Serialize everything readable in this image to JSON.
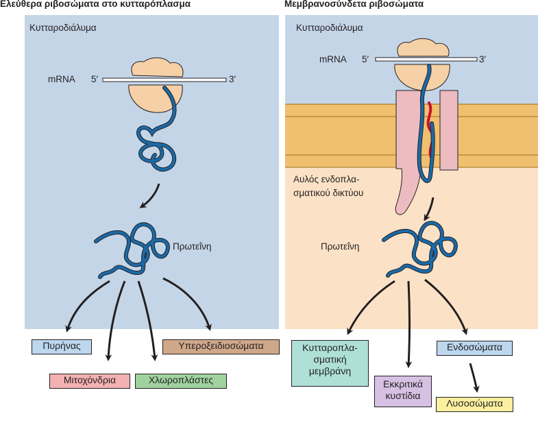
{
  "left_panel": {
    "title": "Ελεύθερα ριβοσώματα στο κυτταρόπλασμα",
    "region_label": "Κυτταροδιάλυμα",
    "mrna_label": "mRNA",
    "five_prime": "5′",
    "three_prime": "3′",
    "protein_label": "Πρωτεΐνη",
    "destinations": [
      "Πυρήνας",
      "Μιτοχόνδρια",
      "Χλωροπλάστες",
      "Υπεροξειδιοσώματα"
    ]
  },
  "right_panel": {
    "title": "Μεμβρανοσύνδετα ριβοσώματα",
    "region_label": "Κυτταροδιάλυμα",
    "mrna_label": "mRNA",
    "five_prime": "5′",
    "three_prime": "3′",
    "er_lumen_label": [
      "Αυλός ενδοπλα-",
      "σματικού δικτύου"
    ],
    "protein_label": "Πρωτεΐνη",
    "destinations": {
      "plasma_membrane": [
        "Κυτταροπλα-",
        "σματική",
        "μεμβράνη"
      ],
      "secretory_vesicles": [
        "Εκκριτικά",
        "κυστίδια"
      ],
      "endosomes": "Ενδοσώματα",
      "lysosomes": "Λυσοσώματα"
    }
  },
  "colors": {
    "cytosol": "#c4d5e8",
    "er_lumen": "#fbe2c6",
    "membrane": "#f0c070",
    "membrane_edge": "#b88a3a",
    "ribosome": "#f6d0a6",
    "translocon": "#ecbcc0",
    "protein": "#1b6aa8",
    "signal_sequence": "#c8102e",
    "nucleus_box": "#bcd7ee",
    "mito_box": "#f3b1b1",
    "chloro_box": "#9fd29f",
    "perox_box": "#cfa88a",
    "pm_box": "#aee0d8",
    "secretory_box": "#d6c1e4",
    "endosome_box": "#bcd7ee",
    "lysosome_box": "#faf0a0"
  }
}
